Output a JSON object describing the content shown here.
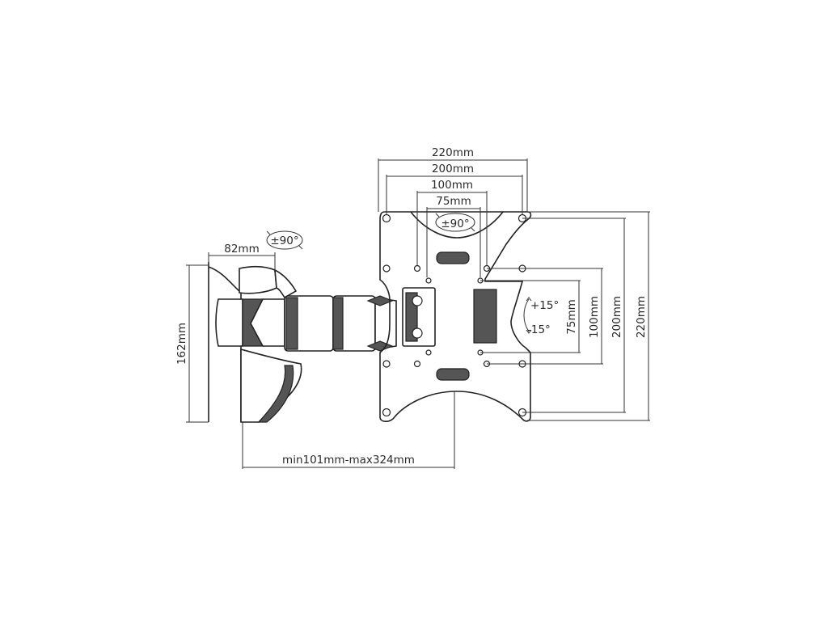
{
  "dimensions": {
    "plate_width_220": "220mm",
    "plate_width_200": "200mm",
    "plate_width_100": "100mm",
    "plate_width_75": "75mm",
    "plate_height_75": "75mm",
    "plate_height_100": "100mm",
    "plate_height_200": "200mm",
    "plate_height_220": "220mm",
    "arm_height": "162mm",
    "wall_plate_depth": "82mm",
    "extension": "min101mm-max324mm"
  },
  "rotation": {
    "wall_swivel": "±90°",
    "plate_rotation": "±90°",
    "tilt_up": "+15°",
    "tilt_down": "-15°"
  },
  "colors": {
    "line": "#222222",
    "fill_dark": "#555555",
    "background": "#ffffff"
  }
}
